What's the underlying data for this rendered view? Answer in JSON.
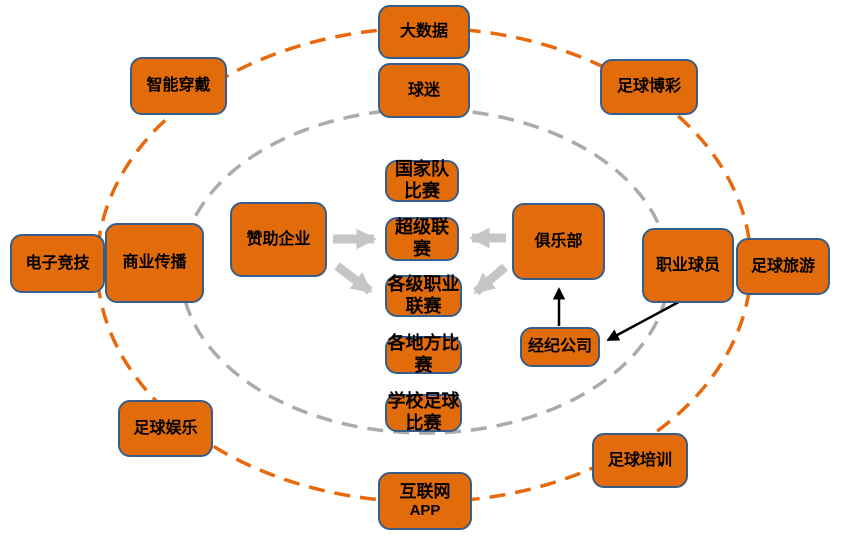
{
  "diagram": {
    "type": "ecosystem-diagram",
    "colors": {
      "node_fill": "#E36C0A",
      "node_border": "#385D8A",
      "outer_ring_dash": "#E8690B",
      "inner_ring_dash": "#ABABAB",
      "block_arrow": "#C6C6C6",
      "line_arrow": "#000000",
      "text": "#000000",
      "background": "#FFFFFF"
    },
    "nodes": {
      "big_data": {
        "label": "大数据"
      },
      "fans": {
        "label": "球迷"
      },
      "smart_wearables": {
        "label": "智能穿戴"
      },
      "football_betting": {
        "label": "足球博彩"
      },
      "esports": {
        "label": "电子竞技"
      },
      "commercial_communication": {
        "label": "商业传播"
      },
      "sponsor_enterprises": {
        "label": "赞助企业"
      },
      "national_team_matches": {
        "label": "国家队比赛"
      },
      "super_league": {
        "label": "超级联赛"
      },
      "clubs": {
        "label": "俱乐部"
      },
      "professional_players": {
        "label": "职业球员"
      },
      "football_tourism": {
        "label": "足球旅游"
      },
      "professional_leagues": {
        "label": "各级职业联赛"
      },
      "local_matches": {
        "label": "各地方比赛"
      },
      "school_football_matches": {
        "label": "学校足球比赛"
      },
      "brokerage_company": {
        "label": "经纪公司"
      },
      "football_entertainment": {
        "label": "足球娱乐"
      },
      "football_training": {
        "label": "足球培训"
      },
      "internet_app": {
        "label_line1": "互联网",
        "label_line2": "APP"
      }
    },
    "connections": [
      {
        "from": "赞助企业",
        "to": "超级联赛",
        "style": "gray-block-arrow"
      },
      {
        "from": "赞助企业",
        "to": "各级职业联赛",
        "style": "gray-block-arrow"
      },
      {
        "from": "俱乐部",
        "to": "超级联赛",
        "style": "gray-block-arrow"
      },
      {
        "from": "俱乐部",
        "to": "各级职业联赛",
        "style": "gray-block-arrow"
      },
      {
        "from": "经纪公司",
        "to": "俱乐部",
        "style": "black-line-arrow"
      },
      {
        "from": "职业球员",
        "to": "经纪公司",
        "style": "black-line-arrow"
      }
    ],
    "rings": [
      {
        "name": "outer-ring",
        "style": "orange-dashed-ellipse"
      },
      {
        "name": "inner-ring",
        "style": "gray-dashed-ellipse"
      }
    ]
  }
}
